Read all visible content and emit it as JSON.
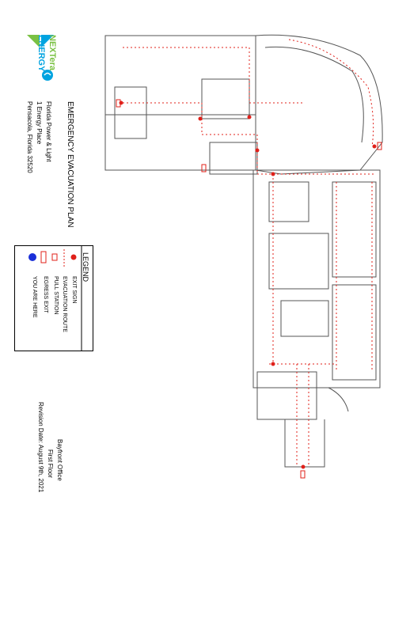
{
  "logo": {
    "line1": "NEXTera",
    "line2": "ENERGY"
  },
  "header": {
    "title": "EMERGENCY EVACUATION PLAN",
    "company": "Florida Power & Light",
    "address1": "1 Energy Place",
    "address2": "Pensacola, Florida  32520"
  },
  "legend": {
    "title": "LEGEND",
    "items": [
      {
        "label": "EXIT  SIGN"
      },
      {
        "label": "EVACUATION  ROUTE"
      },
      {
        "label": "PULL  STATION"
      },
      {
        "label": "EGRESS  EXIT"
      },
      {
        "label": "YOU  ARE  HERE"
      }
    ]
  },
  "building": {
    "name": "Bayfront Office",
    "floor": "First Floor",
    "revision": "Revision Date: August 9th, 2021"
  },
  "colors": {
    "route": "#e0201a",
    "here": "#1a2fd8",
    "walls": "#555555"
  }
}
